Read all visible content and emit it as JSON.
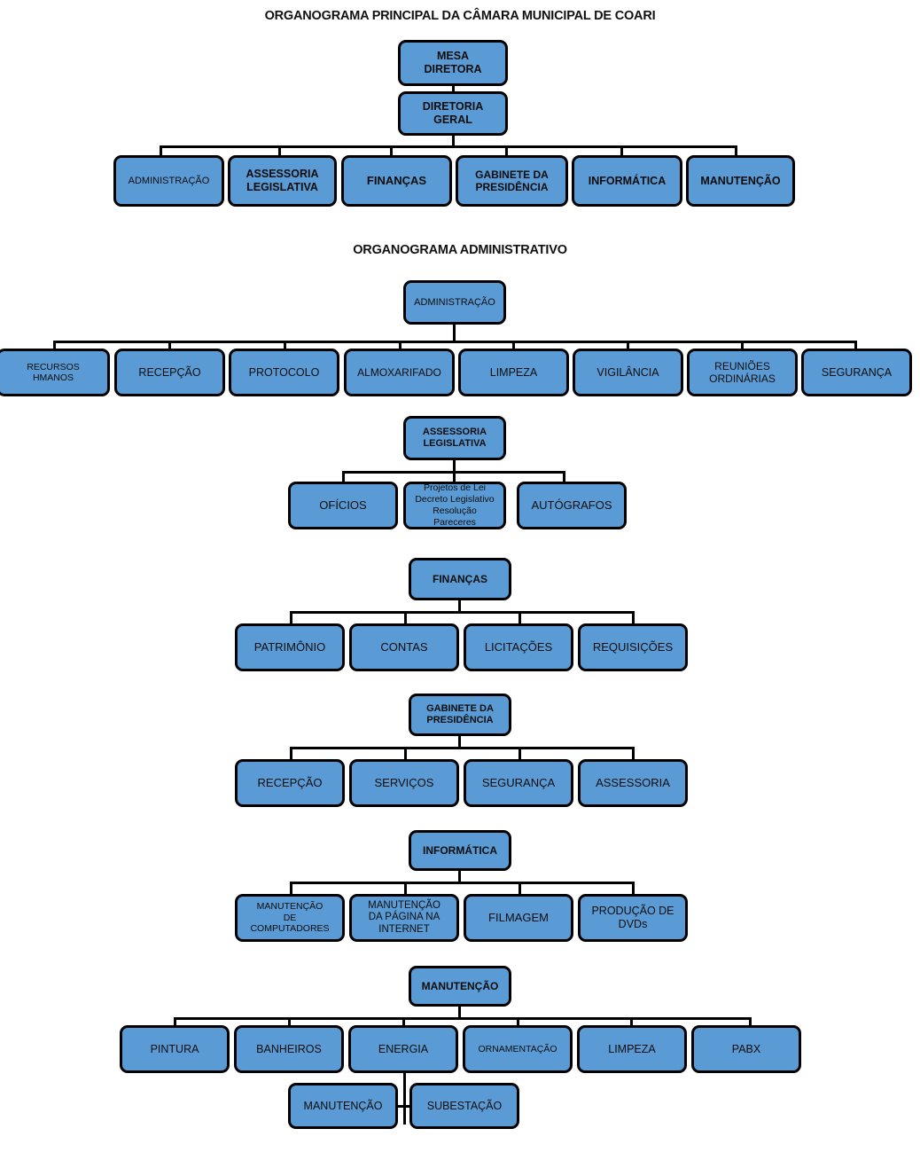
{
  "document": {
    "kind": "organizational-chart",
    "language": "pt-BR"
  },
  "sections": [
    {
      "id": "principal",
      "title": "ORGANOGRAMA PRINCIPAL DA CÂMARA MUNICIPAL DE COARI",
      "root": "MESA DIRETORA",
      "nodes": {
        "mesa_diretora_l1": "MESA",
        "mesa_diretora_l2": "DIRETORA",
        "diretoria_geral_l1": "DIRETORIA",
        "diretoria_geral_l2": "GERAL"
      },
      "children": [
        "ADMINISTRAÇÃO",
        "ASSESSORIA LEGISLATIVA",
        "FINANÇAS",
        "GABINETE DA PRESIDÊNCIA",
        "INFORMÁTICA",
        "MANUTENÇÃO"
      ],
      "children_lines": [
        [
          "ADMINISTRAÇÃO"
        ],
        [
          "ASSESSORIA",
          "LEGISLATIVA"
        ],
        [
          "FINANÇAS"
        ],
        [
          "GABINETE DA",
          "PRESIDÊNCIA"
        ],
        [
          "INFORMÁTICA"
        ],
        [
          "MANUTENÇÃO"
        ]
      ]
    },
    {
      "id": "administrativo",
      "title": "ORGANOGRAMA ADMINISTRATIVO",
      "root": "ADMINISTRAÇÃO",
      "children": [
        "RECURSOS HMANOS",
        "RECEPÇÃO",
        "PROTOCOLO",
        "ALMOXARIFADO",
        "LIMPEZA",
        "VIGILÂNCIA",
        "REUNIÕES ORDINÁRIAS",
        "SEGURANÇA"
      ],
      "children_lines": [
        [
          "RECURSOS",
          "HMANOS"
        ],
        [
          "RECEPÇÃO"
        ],
        [
          "PROTOCOLO"
        ],
        [
          "ALMOXARIFADO"
        ],
        [
          "LIMPEZA"
        ],
        [
          "VIGILÂNCIA"
        ],
        [
          "REUNIÕES",
          "ORDINÁRIAS"
        ],
        [
          "SEGURANÇA"
        ]
      ]
    },
    {
      "id": "assessoria",
      "title": "",
      "root": "ASSESSORIA LEGISLATIVA",
      "root_lines": [
        "ASSESSORIA",
        "LEGISLATIVA"
      ],
      "children": [
        "OFÍCIOS",
        "Projetos de Lei Decreto Legislativo Resolução Pareceres",
        "AUTÓGRAFOS"
      ],
      "children_lines": [
        [
          "OFÍCIOS"
        ],
        [
          "Projetos de Lei",
          "Decreto Legislativo",
          "Resolução",
          "Pareceres"
        ],
        [
          "AUTÓGRAFOS"
        ]
      ]
    },
    {
      "id": "financas",
      "title": "",
      "root": "FINANÇAS",
      "children": [
        "PATRIMÔNIO",
        "CONTAS",
        "LICITAÇÕES",
        "REQUISIÇÕES"
      ],
      "children_lines": [
        [
          "PATRIMÔNIO"
        ],
        [
          "CONTAS"
        ],
        [
          "LICITAÇÕES"
        ],
        [
          "REQUISIÇÕES"
        ]
      ]
    },
    {
      "id": "gabinete",
      "title": "",
      "root": "GABINETE DA PRESIDÊNCIA",
      "root_lines": [
        "GABINETE DA",
        "PRESIDÊNCIA"
      ],
      "children": [
        "RECEPÇÃO",
        "SERVIÇOS",
        "SEGURANÇA",
        "ASSESSORIA"
      ],
      "children_lines": [
        [
          "RECEPÇÃO"
        ],
        [
          "SERVIÇOS"
        ],
        [
          "SEGURANÇA"
        ],
        [
          "ASSESSORIA"
        ]
      ]
    },
    {
      "id": "informatica",
      "title": "",
      "root": "INFORMÁTICA",
      "children": [
        "MANUTENÇÃO DE COMPUTADORES",
        "MANUTENÇÃO DA PÁGINA NA INTERNET",
        "FILMAGEM",
        "PRODUÇÃO DE DVDs"
      ],
      "children_lines": [
        [
          "MANUTENÇÃO",
          "DE",
          "COMPUTADORES"
        ],
        [
          "MANUTENÇÃO",
          "DA PÁGINA NA",
          "INTERNET"
        ],
        [
          "FILMAGEM"
        ],
        [
          "PRODUÇÃO DE",
          "DVDs"
        ]
      ]
    },
    {
      "id": "manutencao",
      "title": "",
      "root": "MANUTENÇÃO",
      "children": [
        "PINTURA",
        "BANHEIROS",
        "ENERGIA",
        "ORNAMENTAÇÃO",
        "LIMPEZA",
        "PABX"
      ],
      "children_lines": [
        [
          "PINTURA"
        ],
        [
          "BANHEIROS"
        ],
        [
          "ENERGIA"
        ],
        [
          "ORNAMENTAÇÃO"
        ],
        [
          "LIMPEZA"
        ],
        [
          "PABX"
        ]
      ],
      "grandchildren_parent": "ENERGIA",
      "grandchildren": [
        "MANUTENÇÃO",
        "SUBESTAÇÃO"
      ]
    }
  ],
  "style": {
    "box_fill": "#5B9BD5",
    "box_border": "#000000",
    "text_color": "#0d0d0d",
    "background": "#ffffff"
  }
}
